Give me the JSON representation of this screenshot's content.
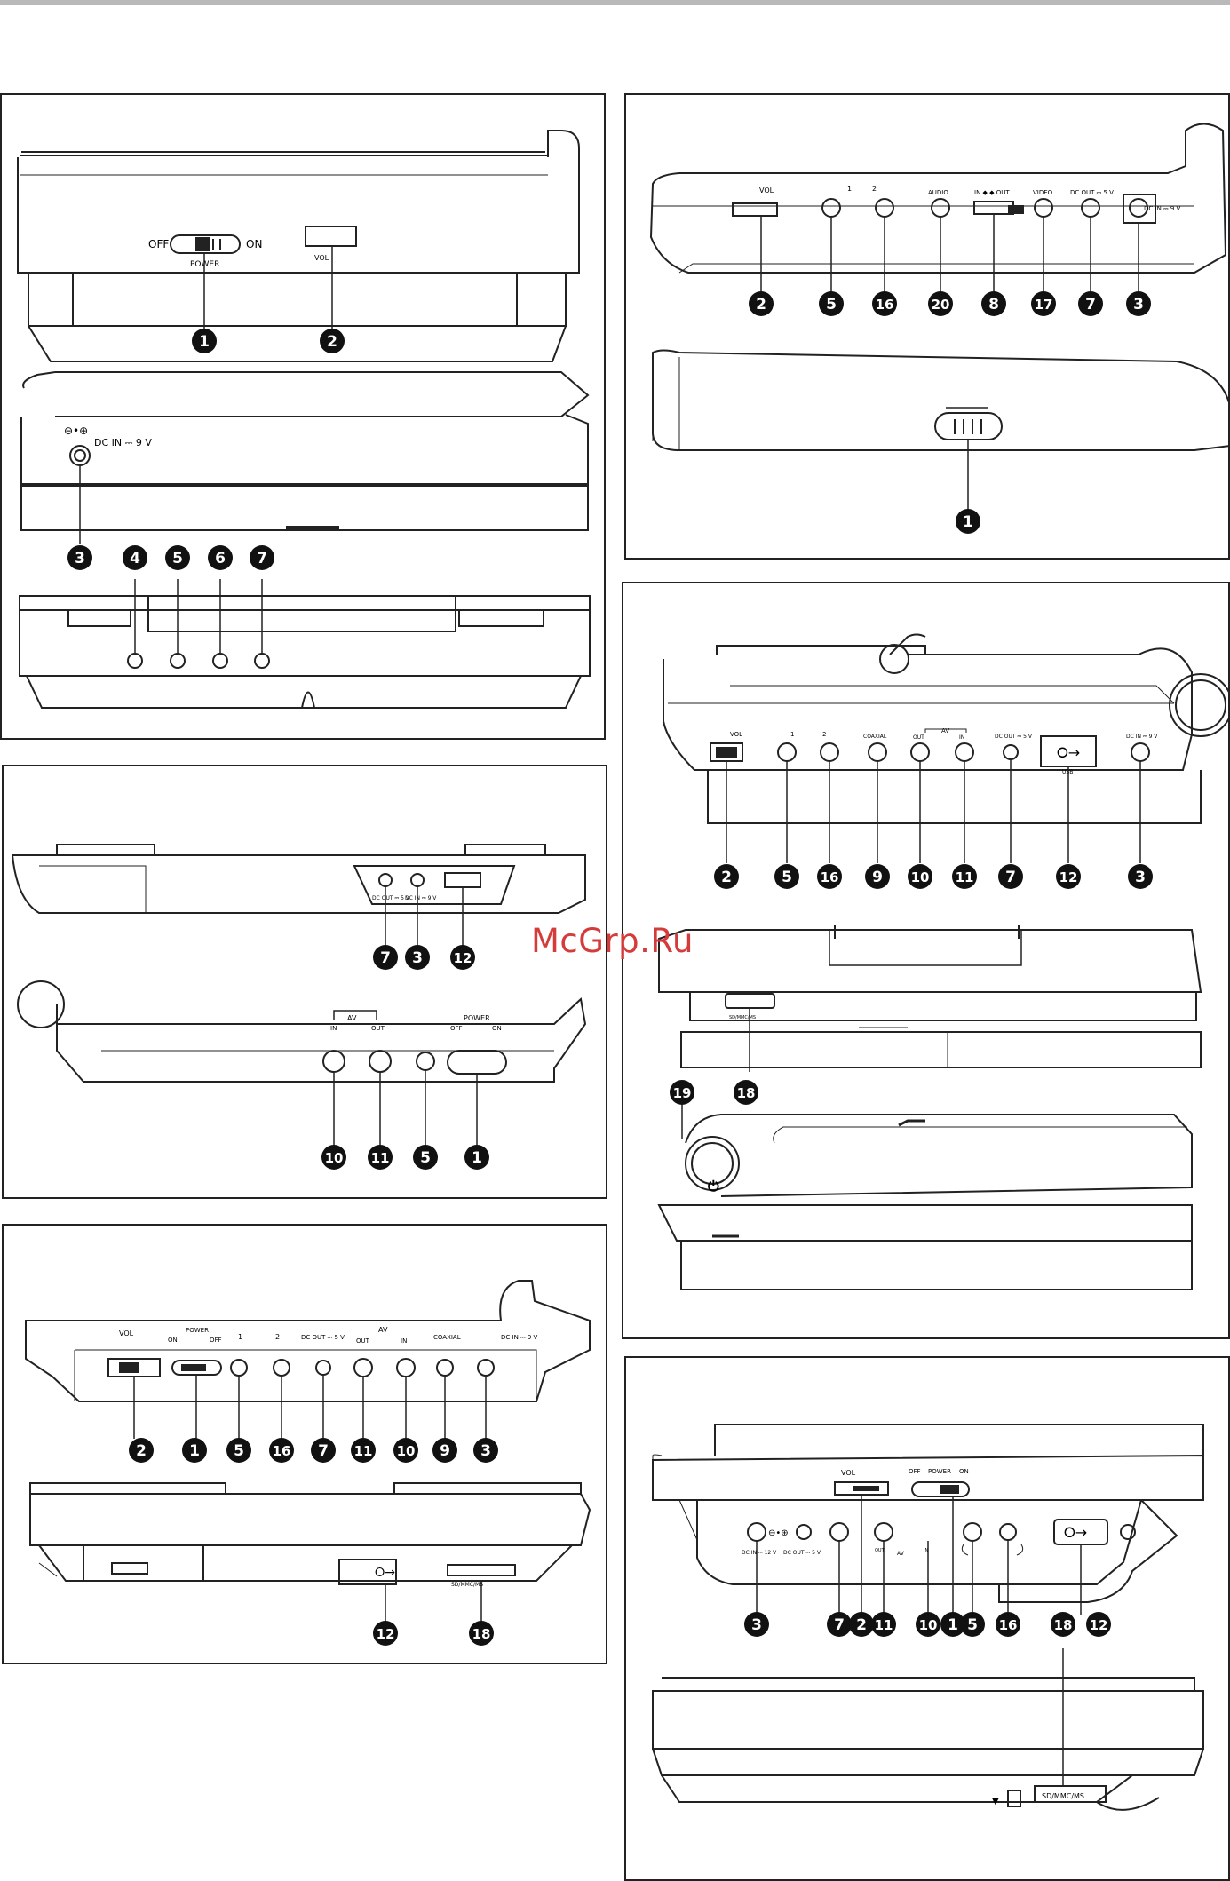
{
  "watermark": "McGrp.Ru",
  "labels": {
    "off": "OFF",
    "on": "ON",
    "power": "POWER",
    "vol": "VOL",
    "dc_in_9v": "DC IN ⎓ 9 V",
    "dc_out_5v": "DC OUT ⎓ 5 V",
    "dc_in_12v": "DC IN ⎓ 12 V",
    "audio": "AUDIO",
    "video": "VIDEO",
    "in_out": "IN ◆ ◆ OUT",
    "coaxial": "COAXIAL",
    "av": "AV",
    "in": "IN",
    "out": "OUT",
    "usb": "USB",
    "sd_mmc_ms": "SD/MMC/MS",
    "one": "1",
    "two": "2"
  },
  "callouts": {
    "p1": [
      "1",
      "2",
      "3",
      "4",
      "5",
      "6",
      "7"
    ],
    "p2": [
      "2",
      "5",
      "16",
      "20",
      "8",
      "17",
      "7",
      "3",
      "1"
    ],
    "p3": [
      "7",
      "3",
      "12",
      "10",
      "11",
      "5",
      "1"
    ],
    "p4": [
      "2",
      "5",
      "16",
      "9",
      "10",
      "11",
      "7",
      "12",
      "3",
      "18",
      "19"
    ],
    "p5": [
      "2",
      "1",
      "5",
      "16",
      "7",
      "11",
      "10",
      "9",
      "3",
      "12",
      "18"
    ],
    "p6": [
      "3",
      "7",
      "2",
      "11",
      "10",
      "1",
      "5",
      "16",
      "18",
      "12"
    ]
  }
}
